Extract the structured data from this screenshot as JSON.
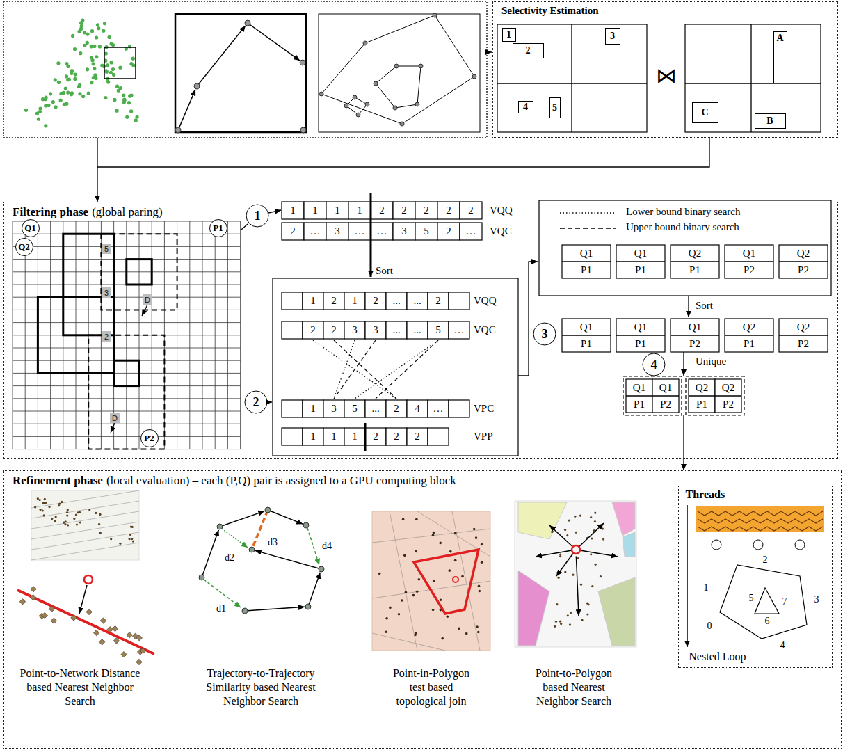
{
  "diagram": {
    "nodes": [
      {
        "text": [
          "Selectivity Estimation"
        ]
      },
      {
        "text": [
          "1"
        ],
        "in": 0
      },
      {
        "text": [
          "2"
        ],
        "in": 0
      },
      {
        "text": [
          "3"
        ],
        "in": 0
      },
      {
        "text": [
          "4"
        ],
        "in": 0
      },
      {
        "text": [
          "5"
        ],
        "in": 0
      },
      {
        "text": [
          "A"
        ],
        "in": 0
      },
      {
        "text": [
          "B"
        ],
        "in": 0
      },
      {
        "text": [
          "C"
        ],
        "in": 0
      },
      {
        "text": [
          "Filtering phase",
          "(global paring)"
        ]
      },
      {
        "text": [
          "Q1"
        ],
        "in": 9
      },
      {
        "text": [
          "P1"
        ],
        "in": 9
      },
      {
        "text": [
          "Q2"
        ],
        "in": 9
      },
      {
        "text": [
          "P2"
        ],
        "in": 9
      },
      {
        "text": [
          "Refinement phase",
          "(local evaluation) – each (P,Q) pair is assigned to a GPU computing block"
        ]
      },
      {
        "text": [
          "Threads",
          "Nested Loop"
        ],
        "in": 14
      }
    ],
    "edges": [
      {
        "from": 0,
        "to": 9,
        "arrow": "to"
      },
      {
        "from": 9,
        "to": 14,
        "arrow": "to"
      }
    ],
    "labels": [
      "⋈",
      "5",
      "3",
      "2",
      "D",
      "D",
      "1",
      "2",
      "3",
      "4",
      "1",
      "1",
      "1",
      "1",
      "2",
      "2",
      "2",
      "2",
      "2",
      "VQQ",
      "2",
      "…",
      "3",
      "…",
      "…",
      "3",
      "5",
      "2",
      "…",
      "VQC",
      "Sort",
      "1",
      "2",
      "1",
      "2",
      "...",
      "...",
      "2",
      "VQQ",
      "2",
      "2",
      "3",
      "3",
      "...",
      "...",
      "5",
      "…",
      "VQC",
      "1",
      "3",
      "5",
      "...",
      "2",
      "4",
      "…",
      "VPC",
      "1",
      "1",
      "1",
      "2",
      "2",
      "2",
      "VPP",
      "Q1",
      "P1",
      "Q1",
      "P1",
      "Q2",
      "P1",
      "Q1",
      "P2",
      "Q2",
      "P2",
      "Sort",
      "Q1",
      "P1",
      "Q1",
      "P1",
      "Q1",
      "P2",
      "Q2",
      "P1",
      "Q2",
      "P2",
      "Unique",
      "Q1",
      "P1",
      "Q1",
      "P2",
      "Q2",
      "P1",
      "Q2",
      "P2",
      "d1",
      "d2",
      "d3",
      "d4",
      "Point-to-Network Distance based Nearest Neighbor Search",
      "Trajectory-to-Trajectory Similarity based Nearest Neighbor Search",
      "Point-in-Polygon test based topological join",
      "Point-to-Polygon based Nearest Neighbor Search",
      "1",
      "2",
      "3",
      "5",
      "7",
      "6",
      "0",
      "4"
    ],
    "legend": [
      {
        "text": "Lower bound binary search"
      },
      {
        "text": "Upper bound binary search"
      }
    ]
  }
}
